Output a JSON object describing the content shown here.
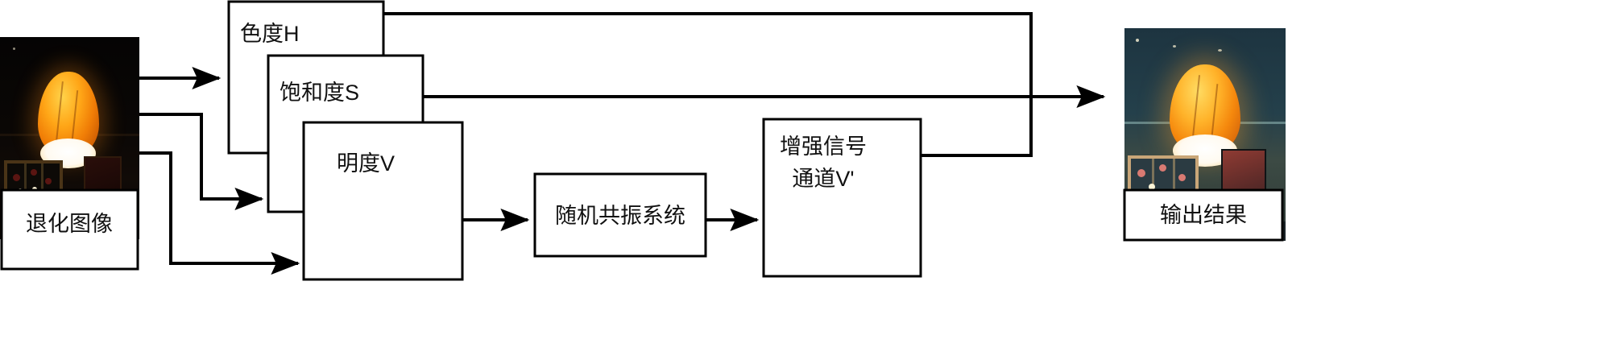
{
  "diagram": {
    "type": "flowchart",
    "title": "",
    "nodes": [
      {
        "id": "input_image",
        "label": "退化图像",
        "kind": "image-with-caption"
      },
      {
        "id": "hue",
        "label": "色度H",
        "kind": "box"
      },
      {
        "id": "saturation",
        "label": "饱和度S",
        "kind": "box"
      },
      {
        "id": "value",
        "label": "明度V",
        "kind": "box"
      },
      {
        "id": "sr_system",
        "label": "随机共振系统",
        "kind": "box"
      },
      {
        "id": "enhanced_v",
        "label_line1": "增强信号",
        "label_line2": "通道V'",
        "kind": "box"
      },
      {
        "id": "output_image",
        "label": "输出结果",
        "kind": "image-with-caption"
      }
    ],
    "edges": [
      {
        "from": "input_image",
        "to": "hue",
        "style": "orthogonal",
        "arrow": true
      },
      {
        "from": "input_image",
        "to": "saturation",
        "style": "orthogonal",
        "arrow": true
      },
      {
        "from": "input_image",
        "to": "value",
        "style": "orthogonal",
        "arrow": true
      },
      {
        "from": "value",
        "to": "sr_system",
        "style": "straight",
        "arrow": true
      },
      {
        "from": "sr_system",
        "to": "enhanced_v",
        "style": "straight",
        "arrow": true
      },
      {
        "from": "hue",
        "to": "output_image",
        "style": "orthogonal",
        "arrow": true
      },
      {
        "from": "saturation",
        "to": "output_image",
        "style": "straight",
        "arrow": true
      },
      {
        "from": "enhanced_v",
        "to": "output_image",
        "style": "orthogonal",
        "arrow": true
      }
    ],
    "colors": {
      "stroke": "#000000",
      "box_fill": "#ffffff",
      "text": "#111111",
      "background": "#ffffff"
    }
  },
  "labels": {
    "input_caption": "退化图像",
    "output_caption": "输出结果",
    "hue": "色度H",
    "saturation": "饱和度S",
    "value": "明度V",
    "sr_system": "随机共振系统",
    "enhanced_line1": "增强信号",
    "enhanced_line2": "通道V'"
  }
}
